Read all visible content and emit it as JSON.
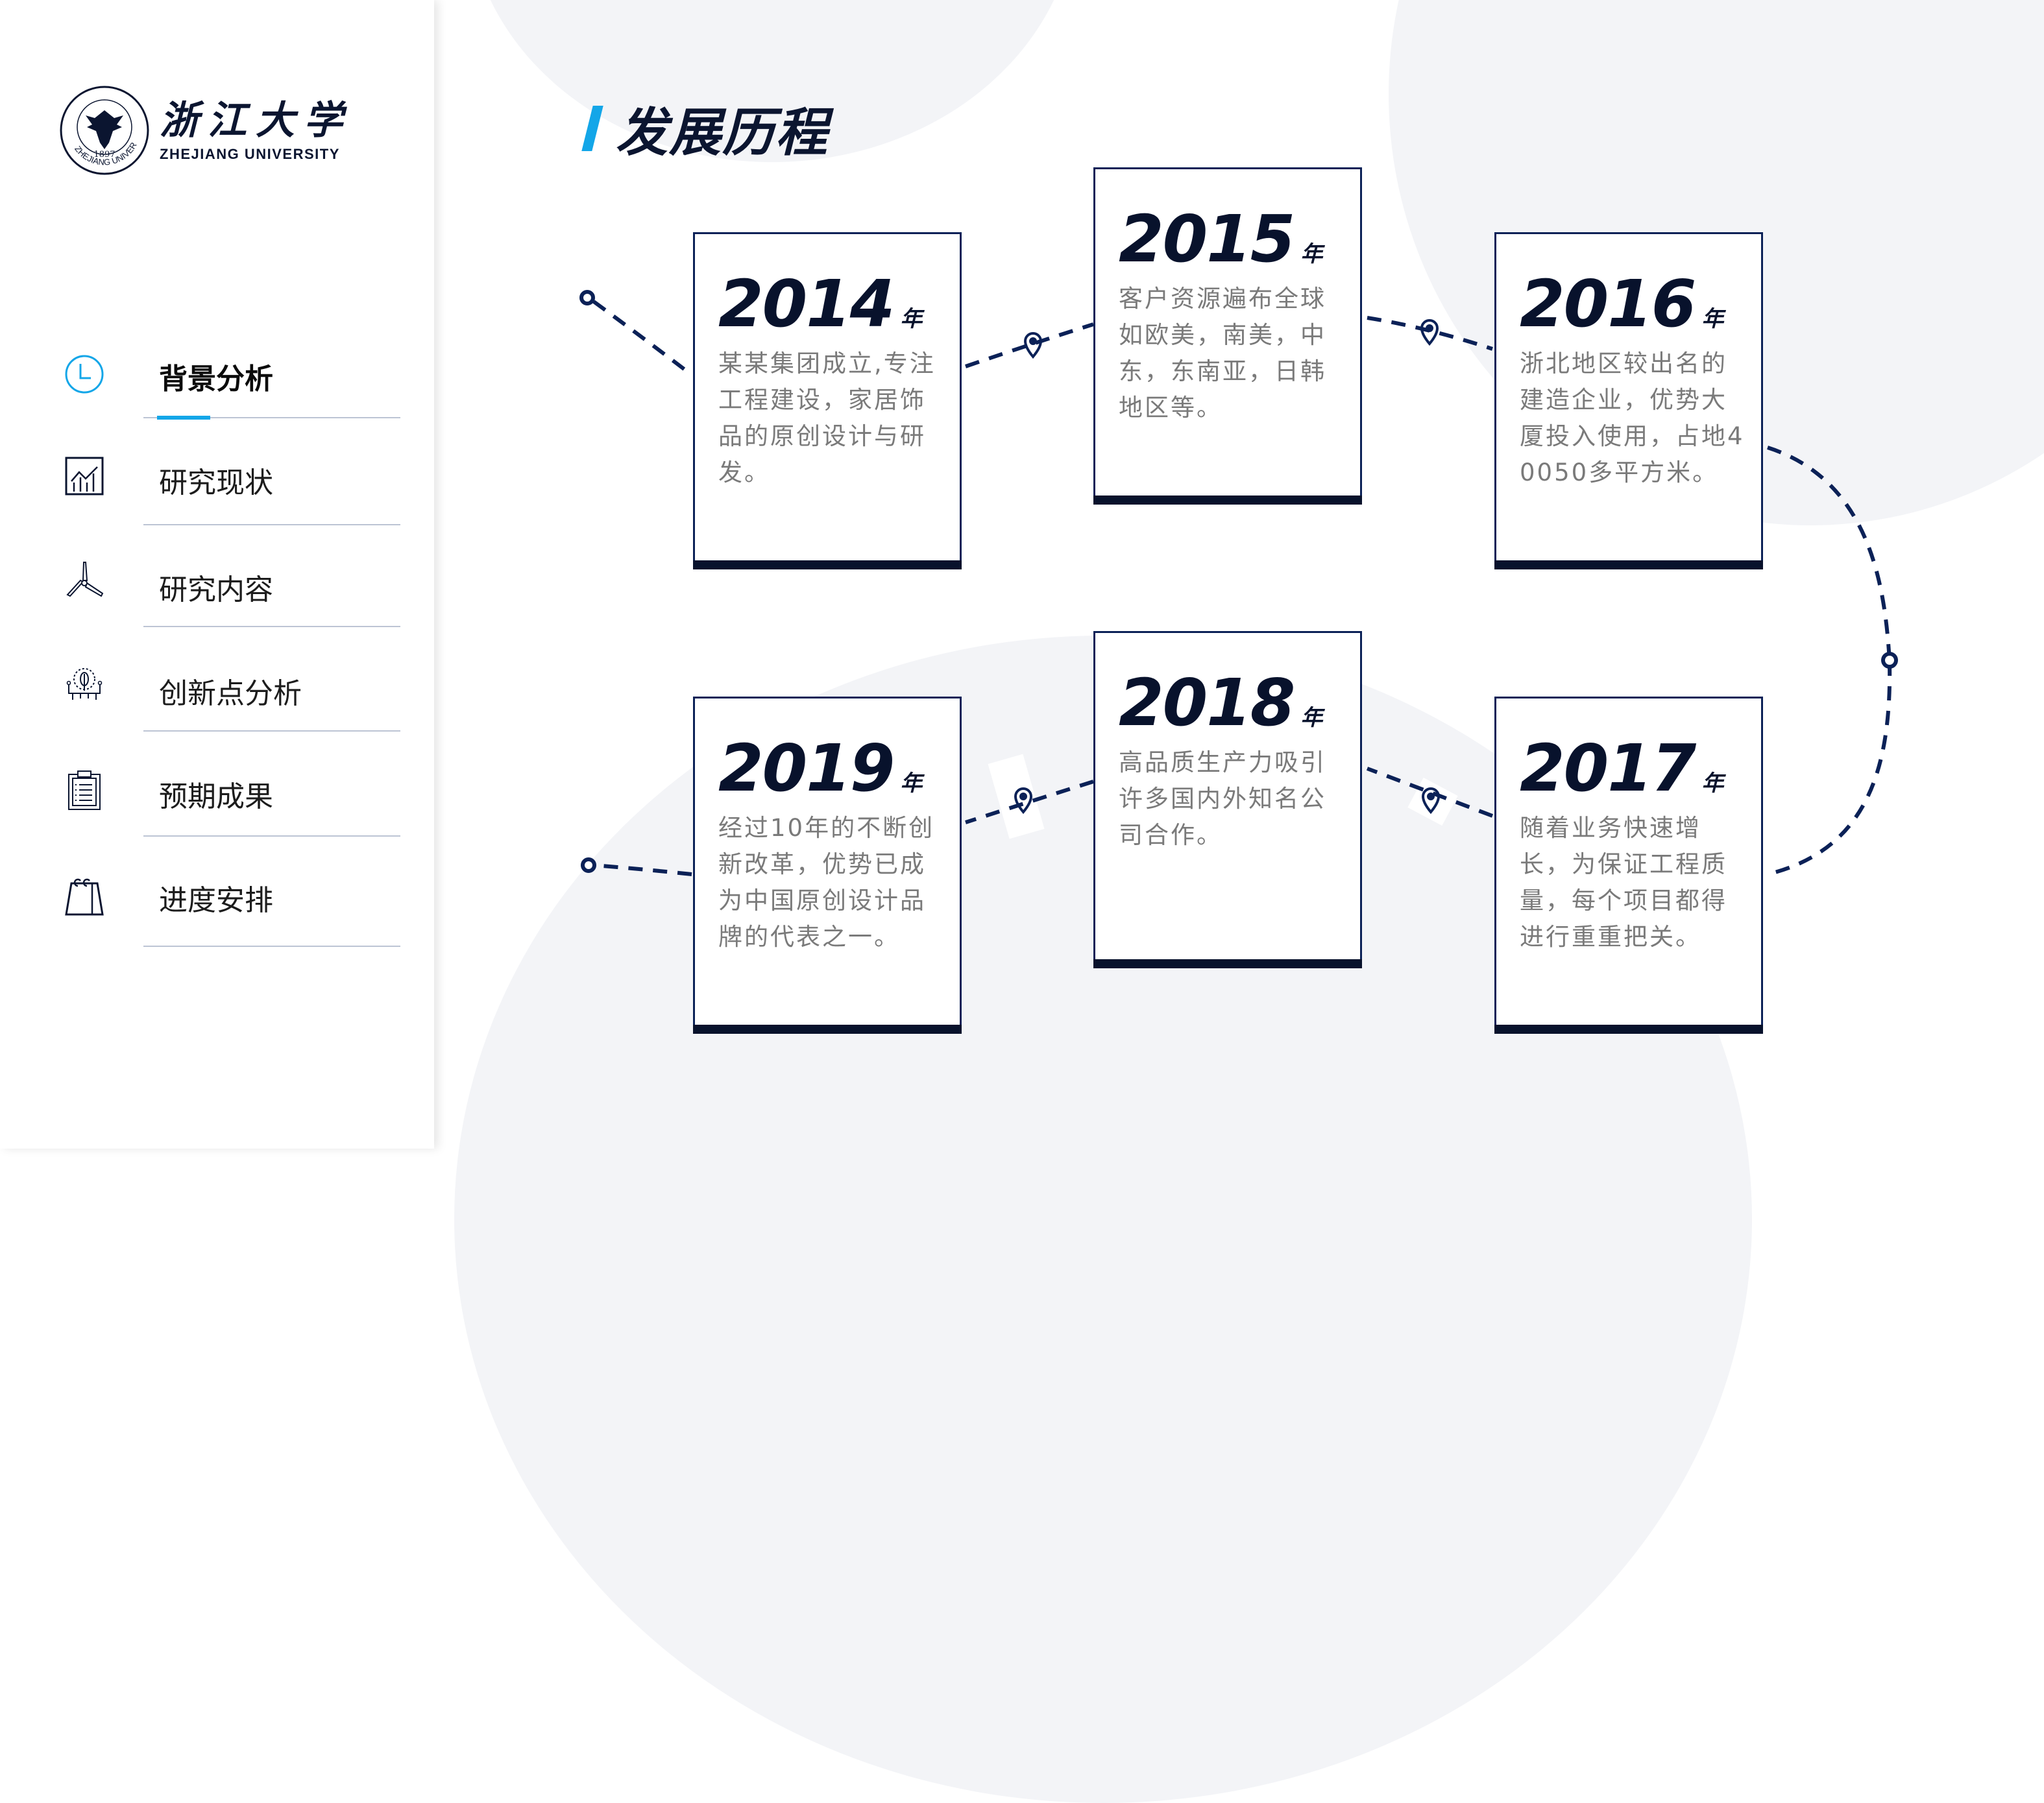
{
  "sidebar": {
    "logo": {
      "name_cn": "浙江大学",
      "name_en": "ZHEJIANG UNIVERSITY",
      "seal_year": "1897",
      "seal_text": "ZHEJIANG UNIVERSITY"
    },
    "items": [
      {
        "label": "背景分析",
        "icon": "clock-icon",
        "active": true
      },
      {
        "label": "研究现状",
        "icon": "chart-icon",
        "active": false
      },
      {
        "label": "研究内容",
        "icon": "windmill-icon",
        "active": false
      },
      {
        "label": "创新点分析",
        "icon": "innovation-chip-icon",
        "active": false
      },
      {
        "label": "预期成果",
        "icon": "clipboard-icon",
        "active": false
      },
      {
        "label": "进度安排",
        "icon": "calendar-icon",
        "active": false
      }
    ],
    "accent_color": "#13a6e8"
  },
  "main": {
    "title": "发展历程",
    "cards": [
      {
        "year": "2014",
        "unit": "年",
        "desc": "某某集团成立,专注工程建设，家居饰品的原创设计与研发。"
      },
      {
        "year": "2015",
        "unit": "年",
        "desc": "客户资源遍布全球如欧美，南美，中东，东南亚，日韩地区等。"
      },
      {
        "year": "2016",
        "unit": "年",
        "desc": "浙北地区较出名的建造企业，优势大厦投入使用，占地40050多平方米。"
      },
      {
        "year": "2017",
        "unit": "年",
        "desc": "随着业务快速增长，为保证工程质量，每个项目都得进行重重把关。"
      },
      {
        "year": "2018",
        "unit": "年",
        "desc": "高品质生产力吸引许多国内外知名公司合作。"
      },
      {
        "year": "2019",
        "unit": "年",
        "desc": "经过10年的不断创新改革，优势已成为中国原创设计品牌的代表之一。"
      }
    ],
    "colors": {
      "navy": "#08122c",
      "border": "#0b2157",
      "text_gray": "#7a7a7a",
      "bg_shape": "#f3f4f7"
    }
  }
}
